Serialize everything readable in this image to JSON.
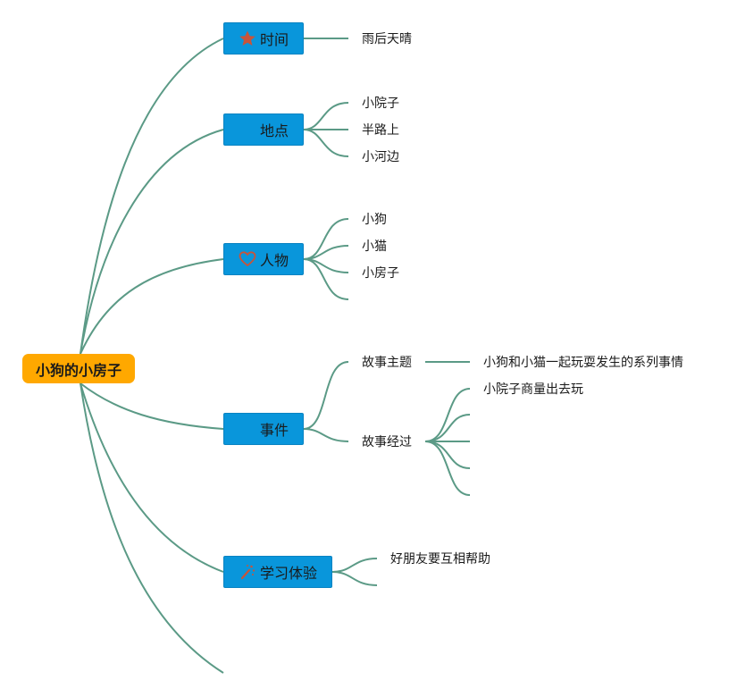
{
  "root": {
    "label": "小狗的小房子"
  },
  "colors": {
    "root": "#ffa800",
    "branch": "#0996db",
    "line": "#5b9a86",
    "icon": "#c8543a"
  },
  "branches": [
    {
      "label": "时间",
      "icon": "star-icon",
      "children": [
        "雨后天晴"
      ]
    },
    {
      "label": "地点",
      "icon": "none",
      "children": [
        "小院子",
        "半路上",
        "小河边"
      ]
    },
    {
      "label": "人物",
      "icon": "heart-icon",
      "children": [
        "小狗",
        "小猫",
        "小房子",
        ""
      ]
    },
    {
      "label": "事件",
      "icon": "none",
      "children": [
        {
          "label": "故事主题",
          "children": [
            "小狗和小猫一起玩耍发生的系列事情"
          ]
        },
        {
          "label": "故事经过",
          "children": [
            "小院子商量出去玩",
            "",
            "",
            "",
            ""
          ]
        }
      ]
    },
    {
      "label": "学习体验",
      "icon": "magic-wand-icon",
      "children": [
        "好朋友要互相帮助",
        ""
      ]
    },
    {
      "label": "",
      "icon": "none",
      "children": []
    }
  ]
}
